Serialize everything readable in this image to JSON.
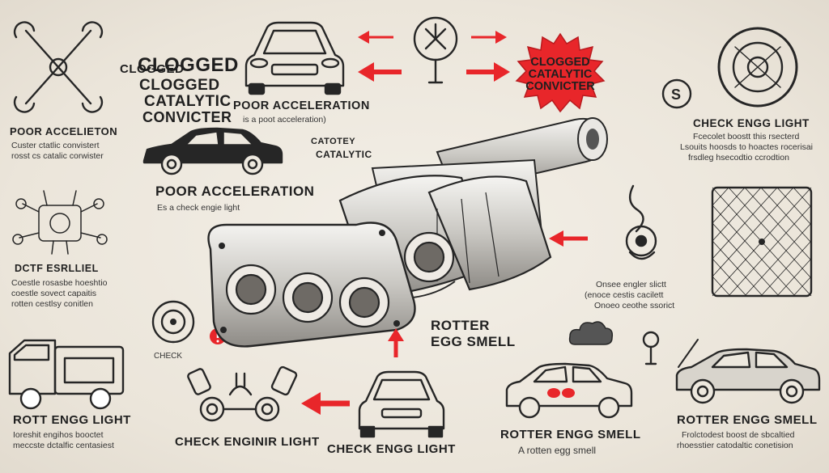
{
  "labels": {
    "top_left_title": "CLOGGED",
    "center_left_heading_1": "CLOGGED",
    "center_left_heading_2": "CATALYTIC",
    "center_left_heading_3": "CONVICTER",
    "poor_acceleration_top": "POOR ACCELERATION",
    "poor_acceleration_top_sub": "is a poot acceleration)",
    "left_poor_acceleton": "POOR ACCELIETON",
    "left_poor_acceleton_sub_1": "Custer ctatlic convistert",
    "left_poor_acceleton_sub_2": "rosst cs catalic corwister",
    "catotey_1": "CATOTEY",
    "catotey_2": "CATALYTIC",
    "poor_acceleration_mid": "POOR ACCELERATION",
    "poor_acceleration_mid_sub": "Es a check engie light",
    "left_dcte": "DCTF ESRLLIEL",
    "left_dcte_sub_1": "Coestle rosasbe hoeshtio",
    "left_dcte_sub_2": "coestle sovect capaitis",
    "left_dcte_sub_3": "rotten cestlsy conitlen",
    "badge_title": "CLOGGED CATALYTIC CONVICTER",
    "check_engg_light": "CHECK ENGG LIGHT",
    "check_engg_light_sub_1": "Fcecolet boostt this rsecterd",
    "check_engg_light_sub_2": "Lsouits hoosds to hoactes rocerisai",
    "check_engg_light_sub_3": "frsdleg hsecodtio ccrodtion",
    "onsee_1": "Onsee engler slictt",
    "onsee_2": "(enoce cestis cacilett",
    "onsee_3": "Onoeo ceothe ssorict",
    "check_small": "CHECK",
    "rotter_egg_1": "ROTTER",
    "rotter_egg_2": "EGG SMELL",
    "rott_engg_light": "ROTT ENGG LIGHT",
    "rott_engg_light_sub_1": "Ioreshit engihos booctet",
    "rott_engg_light_sub_2": "meccste dctalfic centasiest",
    "check_engine_light": "CHECK ENGINIR LIGHT",
    "check_engg_light_bottom": "CHECK ENGG LIGHT",
    "rotter_engg_smell_center": "ROTTER ENGG SMELL",
    "rotter_engg_smell_center_sub": "A rotten egg smell",
    "rotter_engg_smell_right": "ROTTER ENGG SMELL",
    "rotter_engg_smell_right_sub_1": "Frolctodest boost de sbcaltied",
    "rotter_engg_smell_right_sub_2": "rhoesstier catodaltic conetision"
  },
  "colors": {
    "accent_red": "#e8262a",
    "ink": "#262626",
    "background": "#ede8de",
    "metal": "#c9c7c2"
  },
  "icons": [
    "wrench-cross-icon",
    "gauge-icon",
    "engine-icon",
    "truck-icon",
    "target-icon",
    "wrench-icon",
    "circle-gear-icon",
    "catalytic-mesh-icon",
    "warning-icon",
    "smoke-cloud-icon",
    "dollar-icon",
    "red-arrow-icon"
  ]
}
